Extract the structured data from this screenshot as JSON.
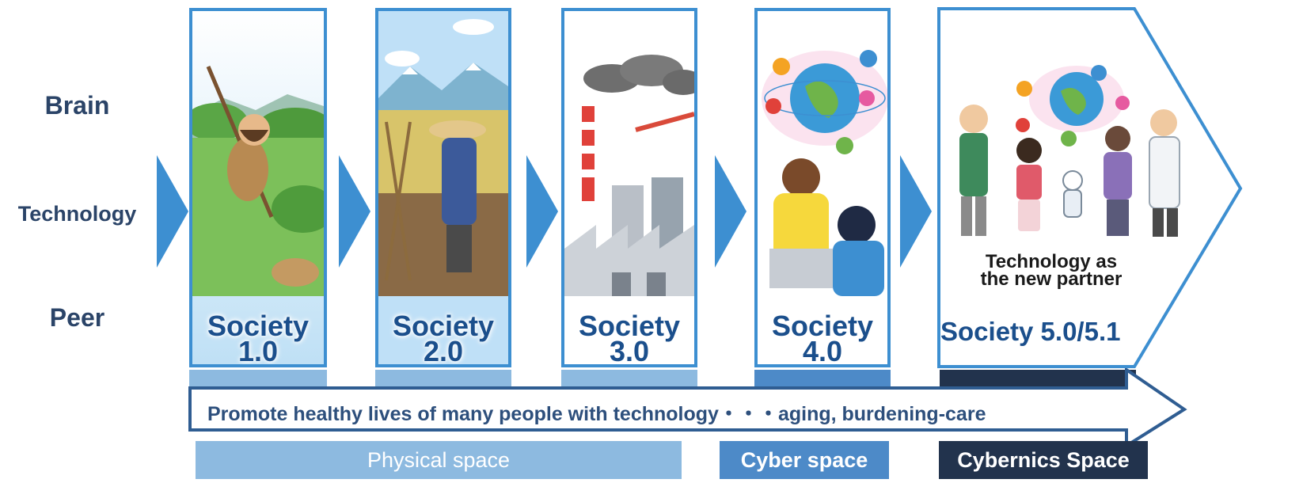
{
  "row_labels": {
    "brain": "Brain",
    "technology": "Technology",
    "peer": "Peer"
  },
  "stages": [
    {
      "line1": "Society",
      "line2": "1.0"
    },
    {
      "line1": "Society",
      "line2": "2.0"
    },
    {
      "line1": "Society",
      "line2": "3.0"
    },
    {
      "line1": "Society",
      "line2": "4.0"
    }
  ],
  "stage5": {
    "caption_line1": "Technology as",
    "caption_line2": "the new partner",
    "title": "Society 5.0/5.1"
  },
  "arrow_text": "Promote healthy lives of many people with technology・・・aging, burdening-care",
  "spaces": {
    "physical": "Physical space",
    "cyber": "Cyber space",
    "cybernics": "Cybernics Space"
  },
  "colors": {
    "accent": "#3d8fd1",
    "text_dark": "#2b4468",
    "physical_bar": "#8dbae0",
    "cyber_bar": "#4d8ac8",
    "cybernics_bar": "#22334d"
  }
}
